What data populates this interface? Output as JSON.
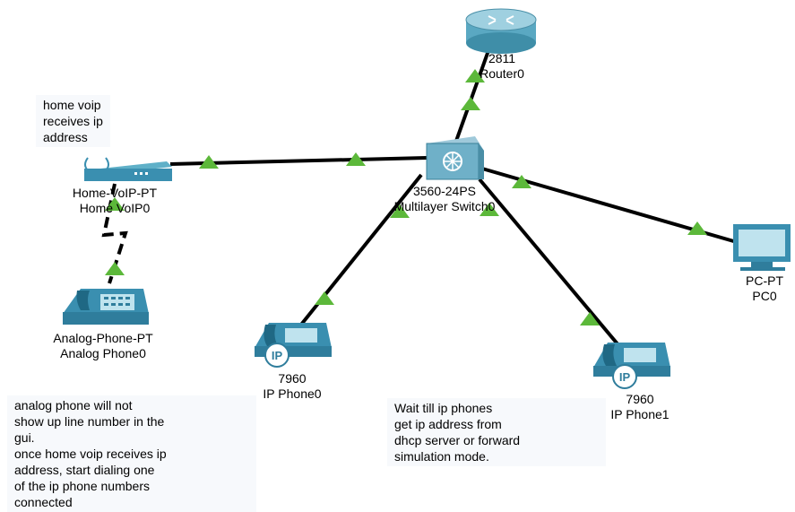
{
  "devices": {
    "router": {
      "model": "2811",
      "name": "Router0"
    },
    "switch": {
      "model": "3560-24PS",
      "name": "Multilayer Switch0"
    },
    "home_voip": {
      "model": "Home-VoIP-PT",
      "name": "Home VoIP0"
    },
    "analog_phone": {
      "model": "Analog-Phone-PT",
      "name": "Analog Phone0"
    },
    "ip_phone0": {
      "model": "7960",
      "name": "IP Phone0",
      "badge": "IP"
    },
    "ip_phone1": {
      "model": "7960",
      "name": "IP Phone1",
      "badge": "IP"
    },
    "pc": {
      "model": "PC-PT",
      "name": "PC0"
    }
  },
  "notes": {
    "home_voip": [
      "home voip",
      "receives ip",
      "address"
    ],
    "analog": [
      "analog phone will not",
      "show up line number in the",
      "gui.",
      "once home voip receives ip",
      "address, start dialing one",
      "of the ip phone numbers",
      "connected"
    ],
    "ip_phones": [
      "Wait till ip phones",
      "get ip address from",
      "dhcp server or forward",
      "simulation mode."
    ]
  },
  "colors": {
    "link": "#000000",
    "link_up": "#5cb83a",
    "device_blue": "#3a8fb0"
  }
}
